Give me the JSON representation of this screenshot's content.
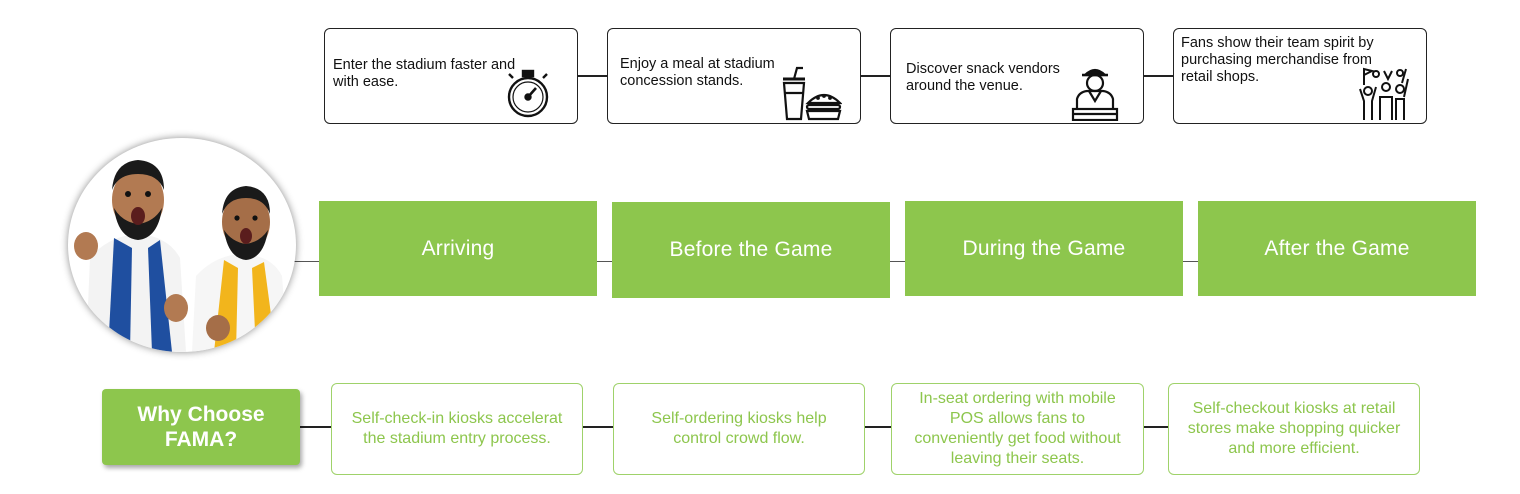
{
  "top_cards": [
    {
      "text": "Enter the stadium faster and with ease.",
      "icon": "stopwatch-icon"
    },
    {
      "text": "Enjoy a meal at stadium concession stands.",
      "icon": "drink-burger-icon"
    },
    {
      "text": "Discover snack vendors around the venue.",
      "icon": "vendor-icon"
    },
    {
      "text": "Fans show their team spirit by purchasing merchandise from retail shops.",
      "icon": "cheering-fans-icon"
    }
  ],
  "stages": [
    {
      "label": "Arriving"
    },
    {
      "label": "Before the Game"
    },
    {
      "label": "During the Game"
    },
    {
      "label": "After the Game"
    }
  ],
  "why": {
    "label": "Why Choose FAMA?"
  },
  "bottom_cards": [
    {
      "text": "Self-check-in kiosks accelerat the stadium entry process."
    },
    {
      "text": "Self-ordering kiosks help control crowd flow."
    },
    {
      "text": "In-seat ordering with mobile POS allows fans to conveniently get food without leaving their seats."
    },
    {
      "text": "Self-checkout kiosks at retail stores make shopping quicker and more efficient."
    }
  ],
  "colors": {
    "accent": "#8dc64d",
    "border": "#222222",
    "scarf_blue": "#1f4fa0",
    "scarf_yellow": "#f2b51c"
  }
}
